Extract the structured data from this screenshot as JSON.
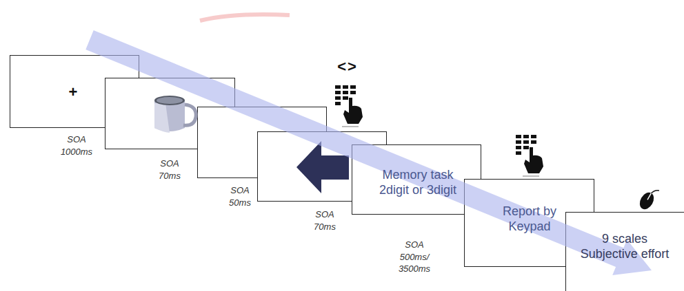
{
  "diagram": {
    "nodes": [
      {
        "text": [
          "+",
          "SOA 1000ms"
        ]
      },
      {
        "text": [
          "SOA 70ms"
        ]
      },
      {
        "text": [
          "SOA 50ms"
        ]
      },
      {
        "text": [
          "SOA 70ms"
        ]
      },
      {
        "text": [
          "Memory task 2digit or 3digit",
          "SOA 500ms/ 3500ms"
        ]
      },
      {
        "text": [
          "Report by Keypad"
        ]
      },
      {
        "text": [
          "9 scales Subjective effort"
        ]
      }
    ],
    "labels": [
      "<>"
    ]
  }
}
